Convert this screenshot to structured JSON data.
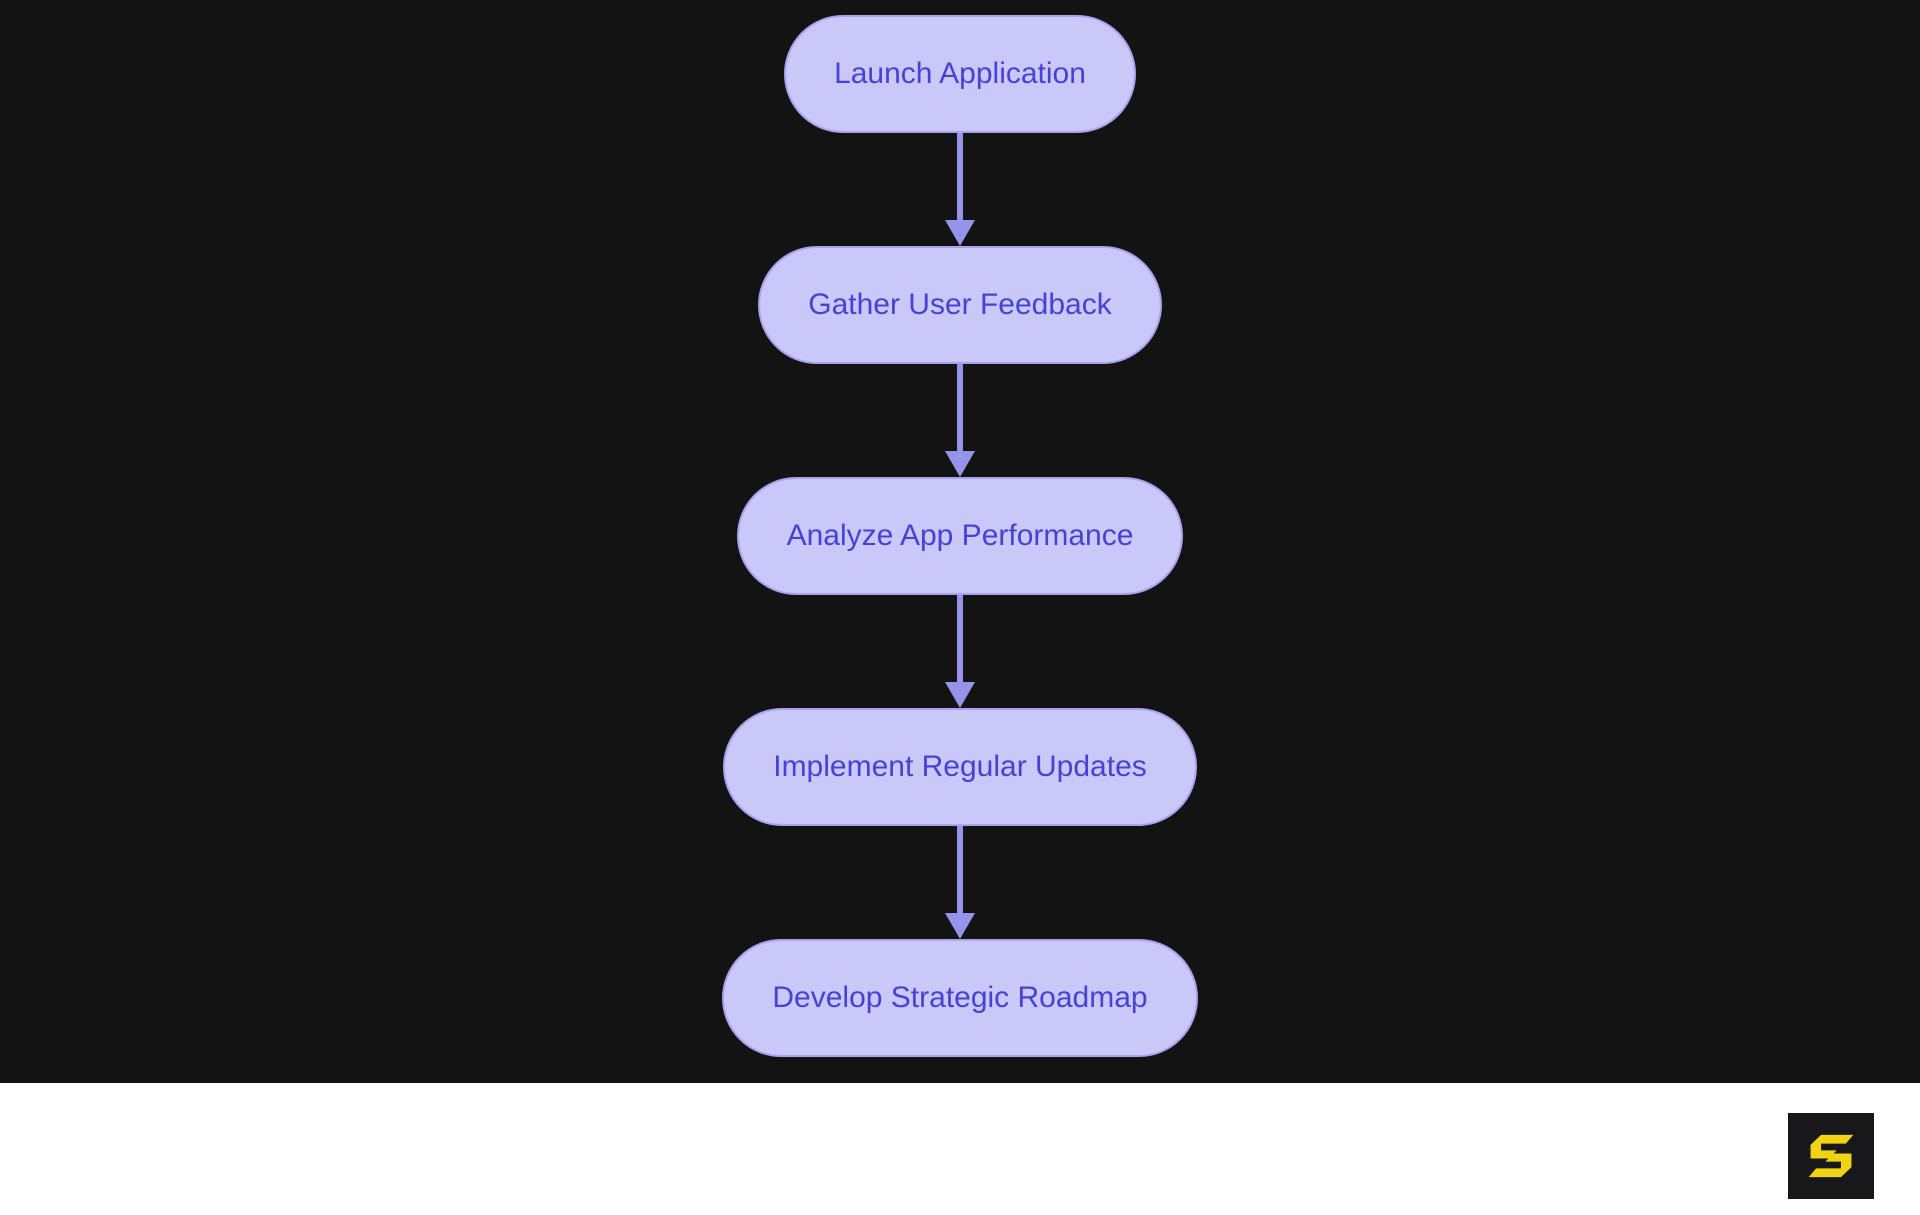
{
  "diagram": {
    "nodes": [
      {
        "label": "Launch Application"
      },
      {
        "label": "Gather User Feedback"
      },
      {
        "label": "Analyze App Performance"
      },
      {
        "label": "Implement Regular Updates"
      },
      {
        "label": "Develop Strategic Roadmap"
      }
    ],
    "connector_icon": "arrow-down-icon"
  },
  "footer": {
    "logo_icon": "s-logo-icon"
  },
  "colors": {
    "background": "#131313",
    "node_fill": "#c9c8f8",
    "node_border": "#a6a3f0",
    "node_text": "#4643d4",
    "arrow": "#9593ea",
    "footer_background": "#ffffff",
    "logo_background": "#18181b",
    "logo_glyph": "#f2d313"
  }
}
